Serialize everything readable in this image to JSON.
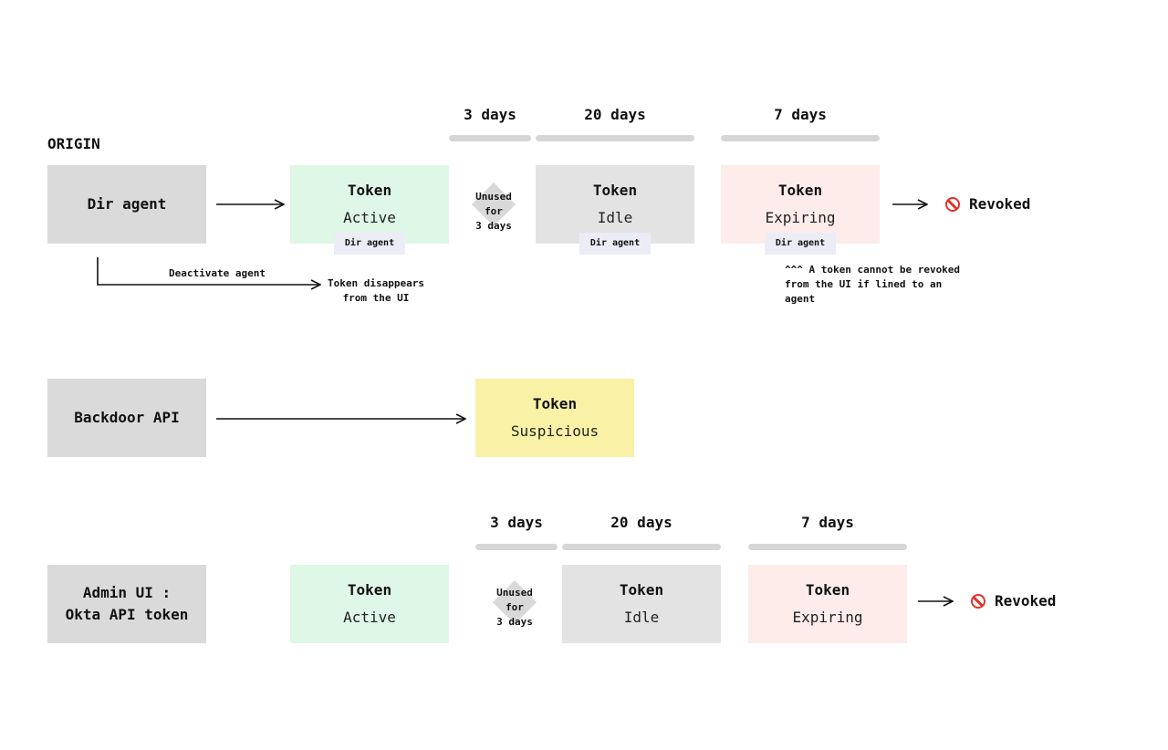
{
  "section_label": "ORIGIN",
  "rows": {
    "dir_agent": {
      "origin": "Dir agent",
      "durations": [
        "3 days",
        "20 days",
        "7 days"
      ],
      "tokens": [
        {
          "title": "Token",
          "state": "Active",
          "tag": "Dir agent",
          "color": "#dff7e6"
        },
        {
          "title": "Token",
          "state": "Idle",
          "tag": "Dir agent",
          "color": "#e3e3e3"
        },
        {
          "title": "Token",
          "state": "Expiring",
          "tag": "Dir agent",
          "color": "#fdecea"
        }
      ],
      "diamond_text": "Unused for\n3 days",
      "revoked": "Revoked",
      "deactivate_label": "Deactivate agent",
      "disappears_note": "Token disappears\nfrom the UI",
      "warning_note": "^^^ A token cannot be revoked\nfrom the UI if lined to an\nagent"
    },
    "backdoor": {
      "origin": "Backdoor API",
      "token": {
        "title": "Token",
        "state": "Suspicious",
        "color": "#f9f2a6"
      }
    },
    "admin_ui": {
      "origin_line1": "Admin UI :",
      "origin_line2": "Okta API token",
      "durations": [
        "3 days",
        "20 days",
        "7 days"
      ],
      "tokens": [
        {
          "title": "Token",
          "state": "Active",
          "color": "#dff7e6"
        },
        {
          "title": "Token",
          "state": "Idle",
          "color": "#e3e3e3"
        },
        {
          "title": "Token",
          "state": "Expiring",
          "color": "#fdecea"
        }
      ],
      "diamond_text": "Unused for\n3 days",
      "revoked": "Revoked"
    }
  },
  "icons": {
    "revoked": "no-entry-icon",
    "arrow": "arrow-right-icon"
  },
  "colors": {
    "revoked_icon": "#e0332c",
    "origin_box": "#dadada"
  }
}
